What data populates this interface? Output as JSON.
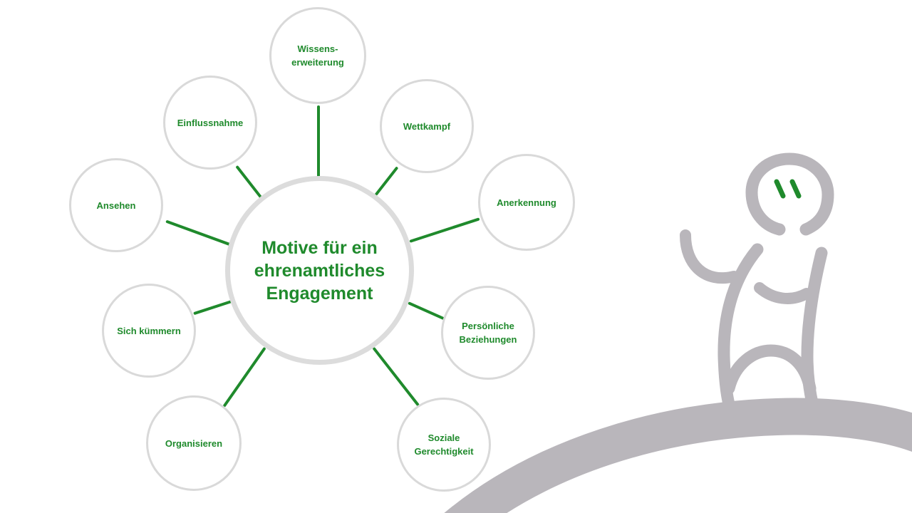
{
  "diagram": {
    "center_label": "Motive für ein\nehrenamtliches\nEngagement",
    "motives": [
      "Wissens-\nerweiterung",
      "Wettkampf",
      "Anerkennung",
      "Persönliche\nBeziehungen",
      "Soziale\nGerechtigkeit",
      "Organisieren",
      "Sich kümmern",
      "Ansehen",
      "Einflussnahme"
    ],
    "colors": {
      "accent_green": "#1f8a2c",
      "circle_border": "#d9d9d9",
      "figure_gray": "#b9b6bb"
    }
  },
  "illustration": {
    "description_icon": "stick-figure-on-hill-icon"
  }
}
